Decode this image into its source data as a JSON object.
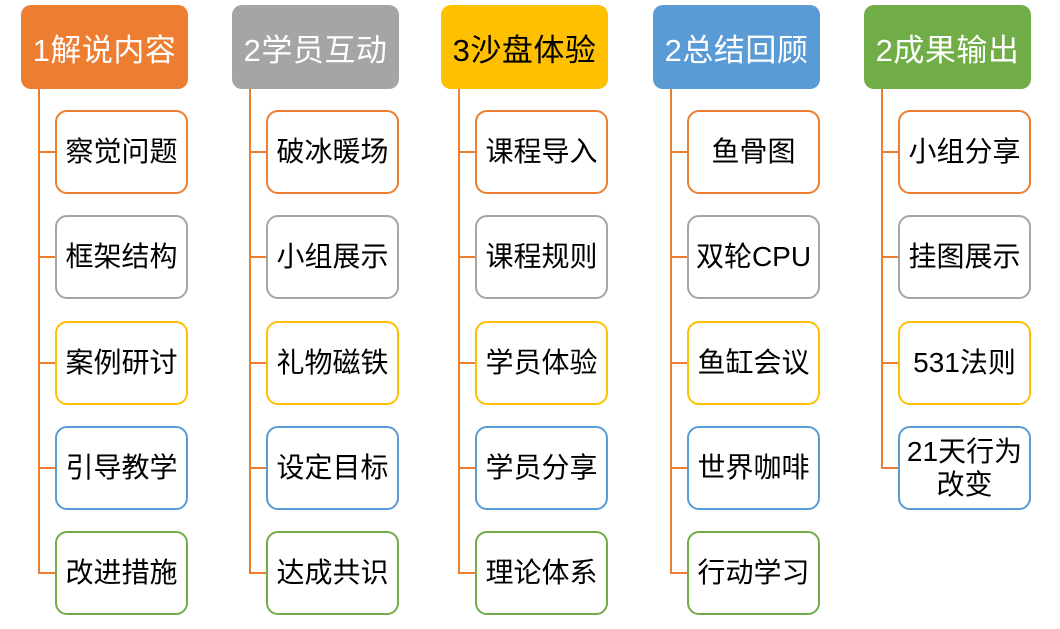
{
  "diagram": {
    "palette": {
      "orange": "#ED7D31",
      "gray": "#A5A5A5",
      "gold": "#FFC000",
      "blue": "#5B9BD5",
      "green": "#70AD47",
      "connector": "#ED7D31",
      "background": "#FFFFFF",
      "node_fill": "#FFFFFF",
      "node_text": "#000000"
    },
    "columns": [
      {
        "header": {
          "label": "1解说内容",
          "fill": "#ED7D31",
          "text_color": "#FFFFFF"
        },
        "children": [
          {
            "label": "察觉问题",
            "border": "#ED7D31"
          },
          {
            "label": "框架结构",
            "border": "#A5A5A5"
          },
          {
            "label": "案例研讨",
            "border": "#FFC000"
          },
          {
            "label": "引导教学",
            "border": "#5B9BD5"
          },
          {
            "label": "改进措施",
            "border": "#70AD47"
          }
        ]
      },
      {
        "header": {
          "label": "2学员互动",
          "fill": "#A5A5A5",
          "text_color": "#FFFFFF"
        },
        "children": [
          {
            "label": "破冰暖场",
            "border": "#ED7D31"
          },
          {
            "label": "小组展示",
            "border": "#A5A5A5"
          },
          {
            "label": "礼物磁铁",
            "border": "#FFC000"
          },
          {
            "label": "设定目标",
            "border": "#5B9BD5"
          },
          {
            "label": "达成共识",
            "border": "#70AD47"
          }
        ]
      },
      {
        "header": {
          "label": "3沙盘体验",
          "fill": "#FFC000",
          "text_color": "#000000"
        },
        "children": [
          {
            "label": "课程导入",
            "border": "#ED7D31"
          },
          {
            "label": "课程规则",
            "border": "#A5A5A5"
          },
          {
            "label": "学员体验",
            "border": "#FFC000"
          },
          {
            "label": "学员分享",
            "border": "#5B9BD5"
          },
          {
            "label": "理论体系",
            "border": "#70AD47"
          }
        ]
      },
      {
        "header": {
          "label": "2总结回顾",
          "fill": "#5B9BD5",
          "text_color": "#FFFFFF"
        },
        "children": [
          {
            "label": "鱼骨图",
            "border": "#ED7D31"
          },
          {
            "label": "双轮CPU",
            "border": "#A5A5A5"
          },
          {
            "label": "鱼缸会议",
            "border": "#FFC000"
          },
          {
            "label": "世界咖啡",
            "border": "#5B9BD5"
          },
          {
            "label": "行动学习",
            "border": "#70AD47"
          }
        ]
      },
      {
        "header": {
          "label": "2成果输出",
          "fill": "#70AD47",
          "text_color": "#FFFFFF"
        },
        "children": [
          {
            "label": "小组分享",
            "border": "#ED7D31"
          },
          {
            "label": "挂图展示",
            "border": "#A5A5A5"
          },
          {
            "label": "531法则",
            "border": "#FFC000"
          },
          {
            "label": "21天行为改变",
            "border": "#5B9BD5"
          }
        ]
      }
    ]
  }
}
